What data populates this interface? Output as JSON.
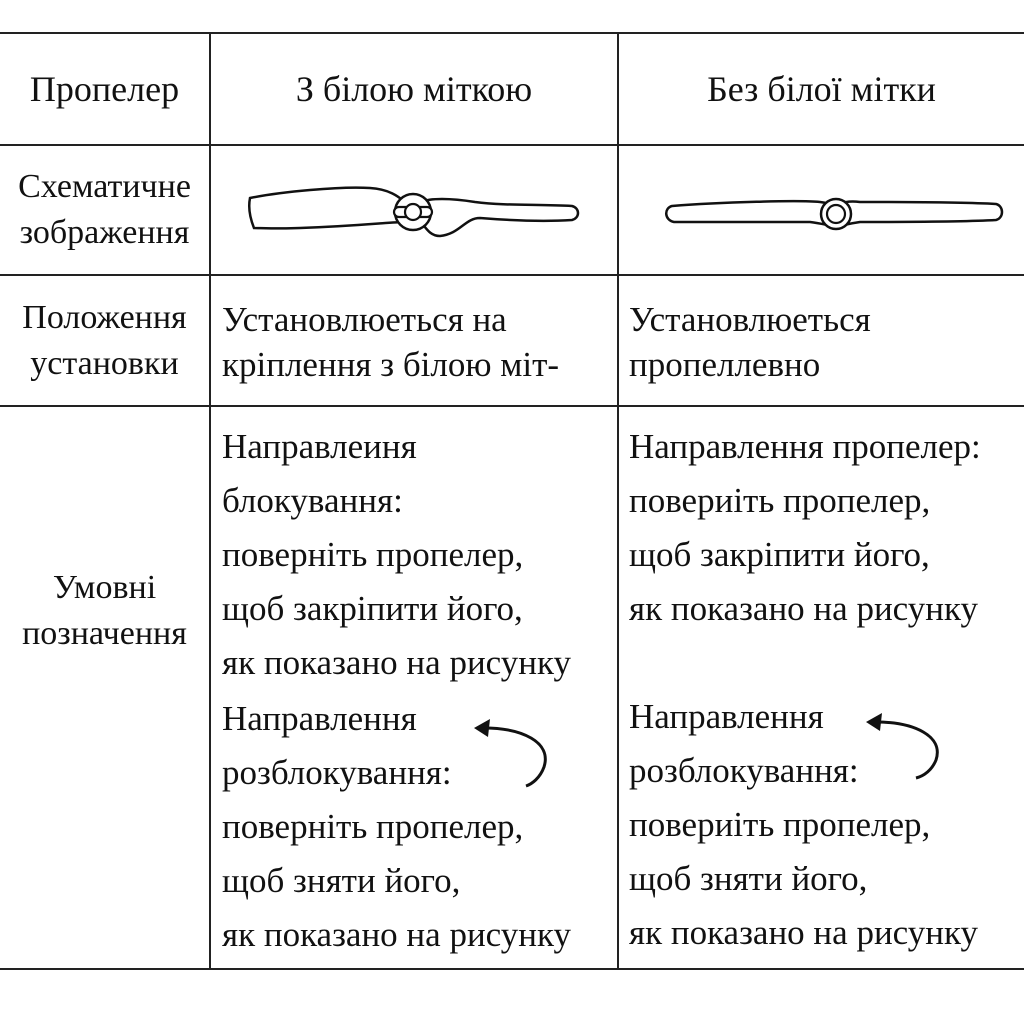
{
  "header": {
    "col1": "Пропелер",
    "col2": "З білою міткою",
    "col3": "Без білої мітки"
  },
  "rows": {
    "schematic": {
      "label": [
        "Схематичне",
        "зображення"
      ]
    },
    "mounting": {
      "label": [
        "Положення",
        "установки"
      ],
      "with_mark": [
        "Установлюеться на",
        "кріплення з білою міт-"
      ],
      "without_mark": [
        "Установлюеться",
        "пропеллевно"
      ]
    },
    "legend": {
      "label": [
        "Умовні",
        "позначення"
      ],
      "with_mark": {
        "lock": [
          "Направлеиня",
          "блокування:",
          "поверніть пропелер,",
          "щоб закріпити його,",
          "як показано на рисунку"
        ],
        "unlock": [
          "Направлення",
          "розблокування:",
          "поверніть пропелер,",
          "щоб зняти його,",
          "як показано на рисунку"
        ]
      },
      "without_mark": {
        "lock": [
          "Направлення пропелер:",
          "повериіть пропелер,",
          "щоб закріпити його,",
          "як показано на рисунку"
        ],
        "unlock": [
          "Направлення",
          "розблокування:",
          "повериіть пропелер,",
          "щоб зняти його,",
          "як показано на рисунку"
        ]
      }
    }
  }
}
